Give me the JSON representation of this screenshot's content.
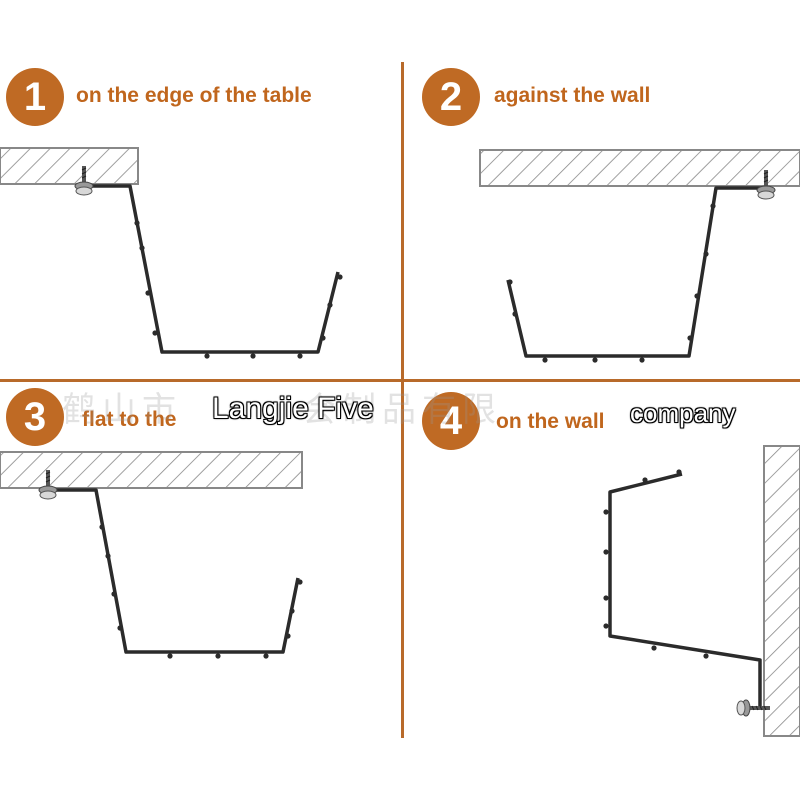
{
  "steps": [
    {
      "number": "1",
      "label": "on the edge of the table"
    },
    {
      "number": "2",
      "label": "against the wall"
    },
    {
      "number": "3",
      "label": "flat to the"
    },
    {
      "number": "4",
      "label": "on the wall"
    }
  ],
  "watermark": {
    "cjk": "鹤山市　　　会制品有限",
    "left": "Langjie Five",
    "right": "company"
  },
  "colors": {
    "accent": "#bf6a24",
    "label": "#c0661d",
    "rack": "#2b2b2b"
  }
}
